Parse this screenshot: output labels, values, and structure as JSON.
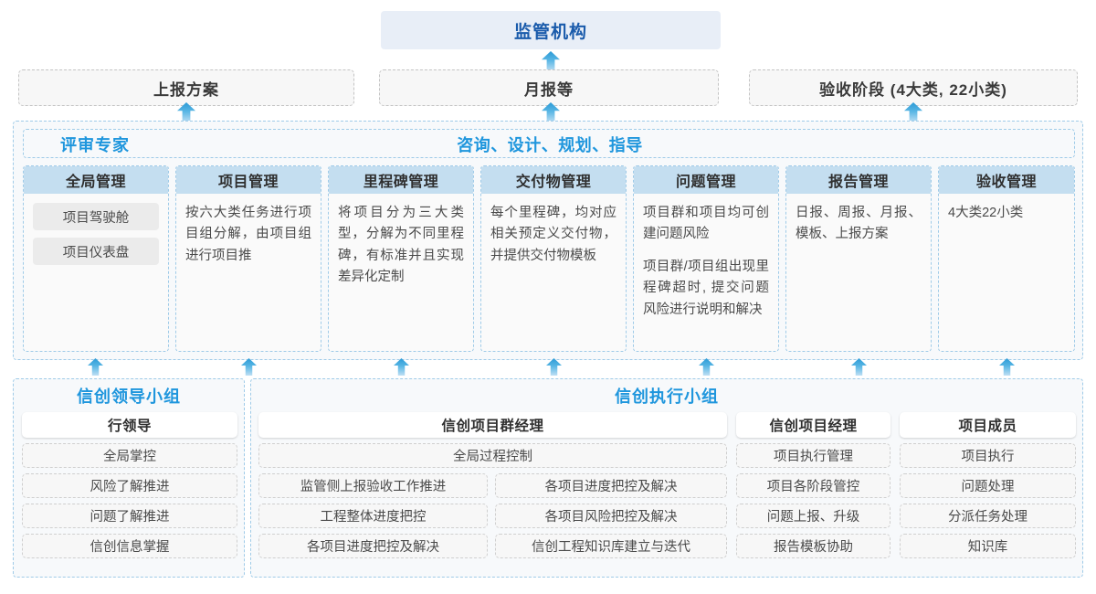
{
  "top": {
    "regulator": "监管机构",
    "reports": [
      "上报方案",
      "月报等",
      "验收阶段 (4大类, 22小类)"
    ]
  },
  "middle": {
    "expert_label": "评审专家",
    "consulting_label": "咨询、设计、规划、指导",
    "columns": [
      {
        "title": "全局管理",
        "desc": "",
        "chips": [
          "项目驾驶舱",
          "项目仪表盘"
        ]
      },
      {
        "title": "项目管理",
        "desc": "按六大类任务进行项目组分解，由项目组进行项目推",
        "chips": []
      },
      {
        "title": "里程碑管理",
        "desc": "将项目分为三大类型，分解为不同里程碑，有标准并且实现差异化定制",
        "chips": []
      },
      {
        "title": "交付物管理",
        "desc": "每个里程碑，均对应相关预定义交付物，并提供交付物模板",
        "chips": []
      },
      {
        "title": "问题管理",
        "desc": "项目群和项目均可创建问题风险",
        "desc2": "项目群/项目组出现里程碑超时, 提交问题风险进行说明和解决",
        "chips": []
      },
      {
        "title": "报告管理",
        "desc": "日报、周报、月报、模板、上报方案",
        "chips": []
      },
      {
        "title": "验收管理",
        "desc": "4大类22小类",
        "chips": []
      }
    ]
  },
  "bottom": {
    "leading_group": {
      "title": "信创领导小组",
      "role": "行领导",
      "tasks": [
        "全局掌控",
        "风险了解推进",
        "问题了解推进",
        "信创信息掌握"
      ]
    },
    "exec_group": {
      "title": "信创执行小组",
      "roles": [
        {
          "name": "信创项目群经理",
          "full_task": "全局过程控制",
          "left_tasks": [
            "监管侧上报验收工作推进",
            "工程整体进度把控",
            "各项目进度把控及解决"
          ],
          "right_tasks": [
            "各项目进度把控及解决",
            "各项目风险把控及解决",
            "信创工程知识库建立与迭代"
          ]
        },
        {
          "name": "信创项目经理",
          "tasks": [
            "项目执行管理",
            "项目各阶段管控",
            "问题上报、升级",
            "报告模板协助"
          ]
        },
        {
          "name": "项目成员",
          "tasks": [
            "项目执行",
            "问题处理",
            "分派任务处理",
            "知识库"
          ]
        }
      ]
    }
  },
  "colors": {
    "accent_blue": "#1f96dd",
    "regulator_text": "#1a5bab",
    "regulator_bg": "#e8eef7",
    "col_head_bg": "#c4def0",
    "dashed_blue": "#9fcbe8",
    "dashed_gray": "#cfcfcf"
  }
}
